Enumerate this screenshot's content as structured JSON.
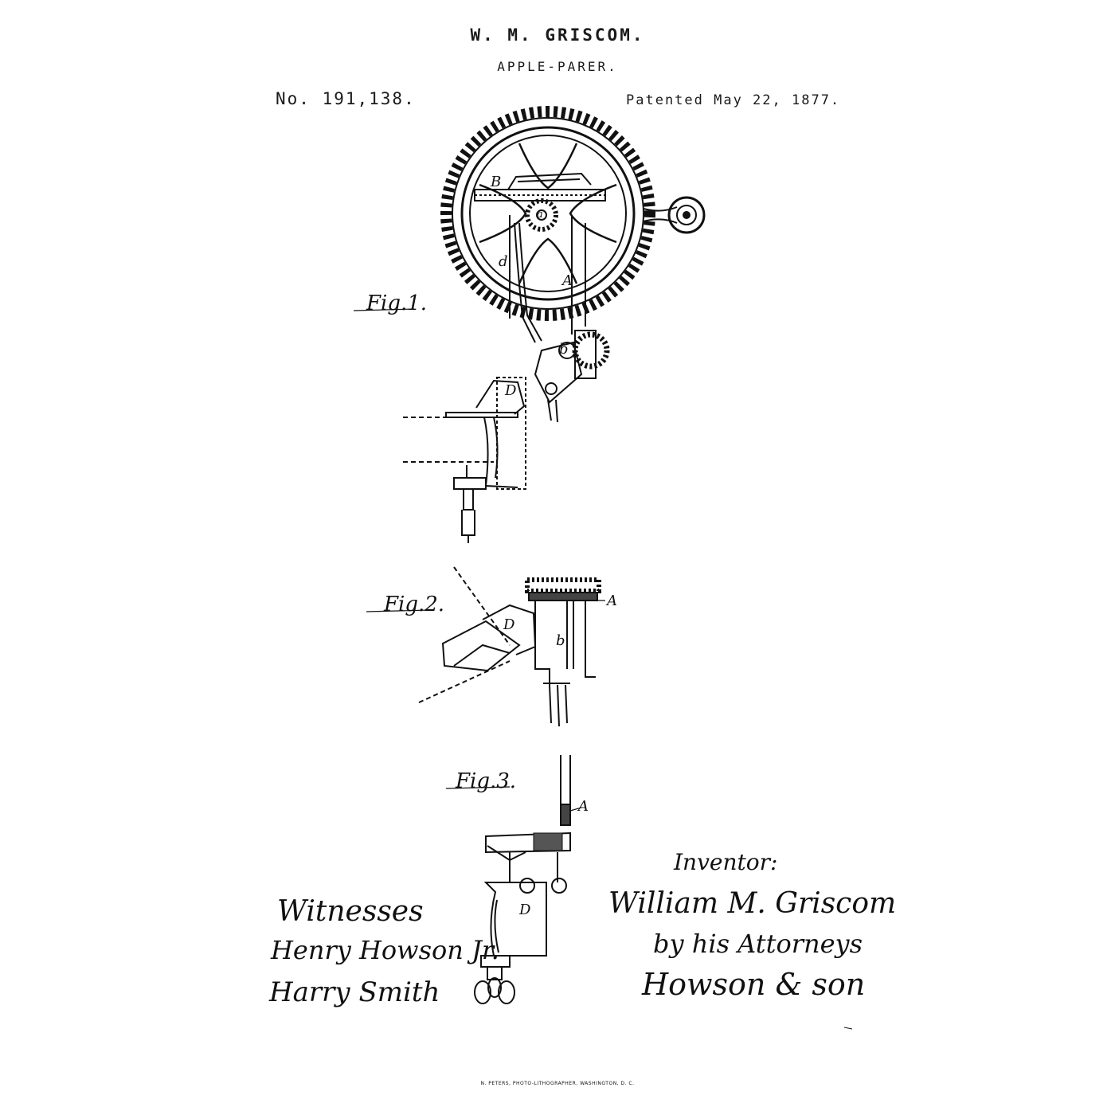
{
  "header": {
    "inventor_name": "W. M. GRISCOM.",
    "title": "APPLE-PARER.",
    "patent_number": "No. 191,138.",
    "patent_date": "Patented May 22, 1877."
  },
  "figures": {
    "fig1": "Fig.1.",
    "fig2": "Fig.2.",
    "fig3": "Fig.3."
  },
  "labels": {
    "A": "A",
    "B": "B",
    "D": "D",
    "a": "a",
    "b": "b",
    "d": "d"
  },
  "witnesses": {
    "heading": "Witnesses",
    "names": [
      "Henry Howson Jr.",
      "Harry Smith"
    ]
  },
  "inventor_block": {
    "heading": "Inventor:",
    "signature": "William M. Griscom",
    "by_line": "by his Attorneys",
    "attorneys": "Howson & son"
  },
  "footer": "N. PETERS, PHOTO-LITHOGRAPHER, WASHINGTON, D. C."
}
